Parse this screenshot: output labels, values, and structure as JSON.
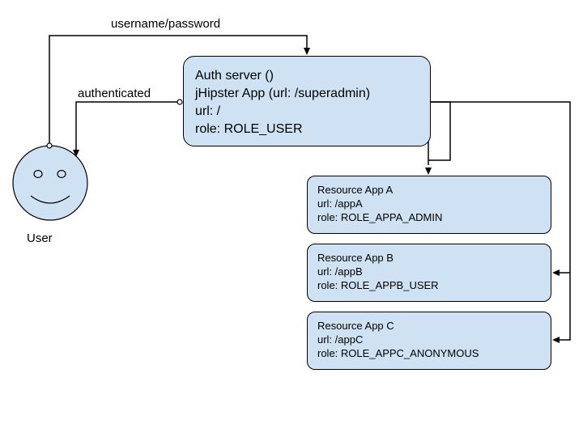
{
  "flows": {
    "login": "username/password",
    "authenticated": "authenticated"
  },
  "user": {
    "label": "User",
    "icon": "smiley-face-icon"
  },
  "auth_server": {
    "lines": [
      "Auth server ()",
      "jHipster App (url: /superadmin)",
      "url: /",
      "role: ROLE_USER"
    ]
  },
  "resources": [
    {
      "lines": [
        "Resource App A",
        "url: /appA",
        "role: ROLE_APPA_ADMIN"
      ]
    },
    {
      "lines": [
        "Resource App B",
        "url: /appB",
        "role: ROLE_APPB_USER"
      ]
    },
    {
      "lines": [
        "Resource App C",
        "url: /appC",
        "role: ROLE_APPC_ANONYMOUS"
      ]
    }
  ],
  "colors": {
    "box_fill": "#cfe2f3",
    "stroke": "#000000"
  }
}
